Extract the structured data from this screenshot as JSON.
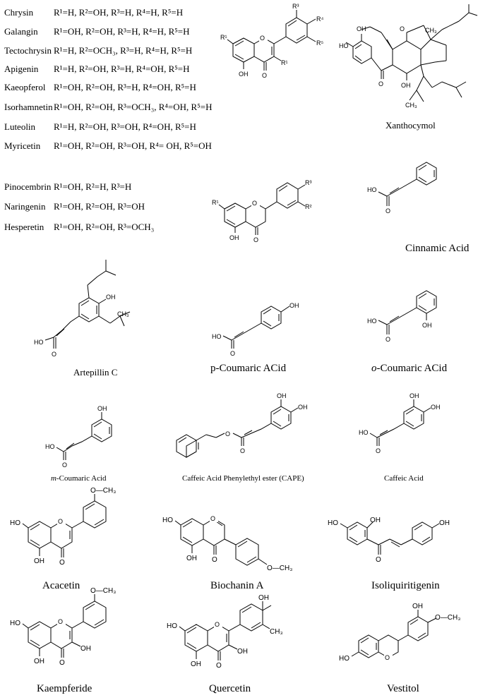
{
  "flavone_list": [
    {
      "name": "Chrysin",
      "subs": "R¹=H, R²=OH, R³=H, R⁴=H, R⁵=H"
    },
    {
      "name": "Galangin",
      "subs": "R¹=OH, R²=OH, R³=H, R⁴=H, R⁵=H"
    },
    {
      "name": "Tectochrysin",
      "subs": "R¹=H, R²=OCH₃, R³=H, R⁴=H, R⁵=H"
    },
    {
      "name": "Apigenin",
      "subs": "R¹=H, R²=OH, R³=H, R⁴=OH, R⁵=H"
    },
    {
      "name": "Kaeopferol",
      "subs": "R¹=OH, R²=OH, R³=H, R⁴=OH, R⁵=H"
    },
    {
      "name": "Isorhamnetin",
      "subs": "R¹=OH, R²=OH, R³=OCH₃, R⁴=OH, R⁵=H"
    },
    {
      "name": "Luteolin",
      "subs": "R¹=H, R²=OH, R³=OH, R⁴=OH, R⁵=H"
    },
    {
      "name": "Myricetin",
      "subs": "R¹=OH, R²=OH, R³=OH, R⁴= OH, R⁵=OH"
    }
  ],
  "flavanone_list": [
    {
      "name": "Pinocembrin",
      "subs": "R¹=OH, R²=H, R³=H"
    },
    {
      "name": "Naringenin",
      "subs": "R¹=OH, R²=OH, R³=OH"
    },
    {
      "name": "Hesperetin",
      "subs": "R¹=OH, R²=OH, R³=OCH₃"
    }
  ],
  "captions": {
    "xanthocymol": "Xanthocymol",
    "cinnamic": "Cinnamic Acid",
    "artepillin": "Artepillin C",
    "p_coumaric": "p-Coumaric ACid",
    "o_coumaric_italic": "o",
    "o_coumaric_rest": "-Coumaric ACid",
    "m_coumaric_italic": "m",
    "m_coumaric_rest": "-Coumaric Acid",
    "cape": "Caffeic Acid Phenylethyl ester (CAPE)",
    "caffeic": "Caffeic Acid",
    "acacetin": "Acacetin",
    "biochanin": "Biochanin A",
    "isoliquiritigenin": "Isoliquiritigenin",
    "kaempferide": "Kaempferide",
    "quercetin": "Quercetin",
    "vestitol": "Vestitol"
  },
  "atom_labels": {
    "oh": "OH",
    "ho": "HO",
    "o": "O",
    "och3": "O—CH₃",
    "ch3": "CH₃",
    "r1": "R¹",
    "r2": "R²",
    "r3": "R³",
    "r4": "R⁴",
    "r5": "R⁵"
  }
}
